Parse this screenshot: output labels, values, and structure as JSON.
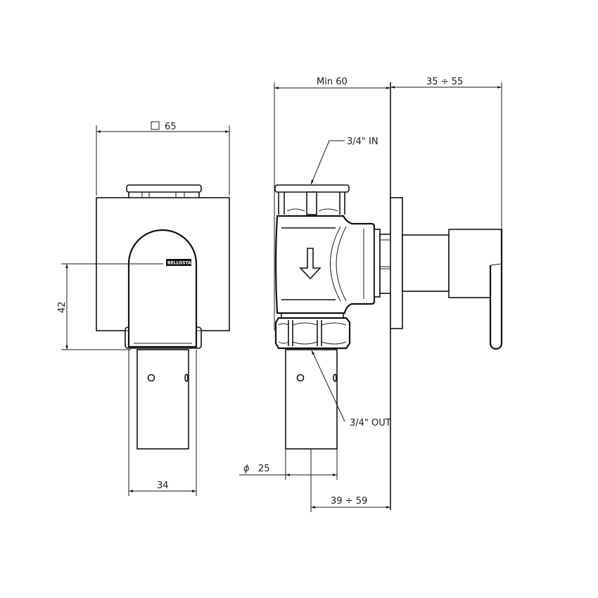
{
  "drawing": {
    "type": "technical-dimension-drawing",
    "subject": "concealed flush valve with lever handle",
    "views": [
      "front-view",
      "side-view"
    ],
    "line_color": "#111111",
    "background": "#ffffff"
  },
  "front_view": {
    "plate_size_label": "65",
    "plate_size_symbol": "□",
    "height_label": "42",
    "width_label": "34",
    "logo_text": "BELLOSTA"
  },
  "side_view": {
    "depth_min_label": "Min  60",
    "depth_range_label": "35 ÷ 55",
    "inlet_label": "3/4\" IN",
    "outlet_label": "3/4\" OUT",
    "pipe_diameter_symbol": "ϕ",
    "pipe_diameter_label": "25",
    "pipe_offset_label": "39  ÷ 59",
    "flow_direction_icon": "arrow-down-icon"
  }
}
